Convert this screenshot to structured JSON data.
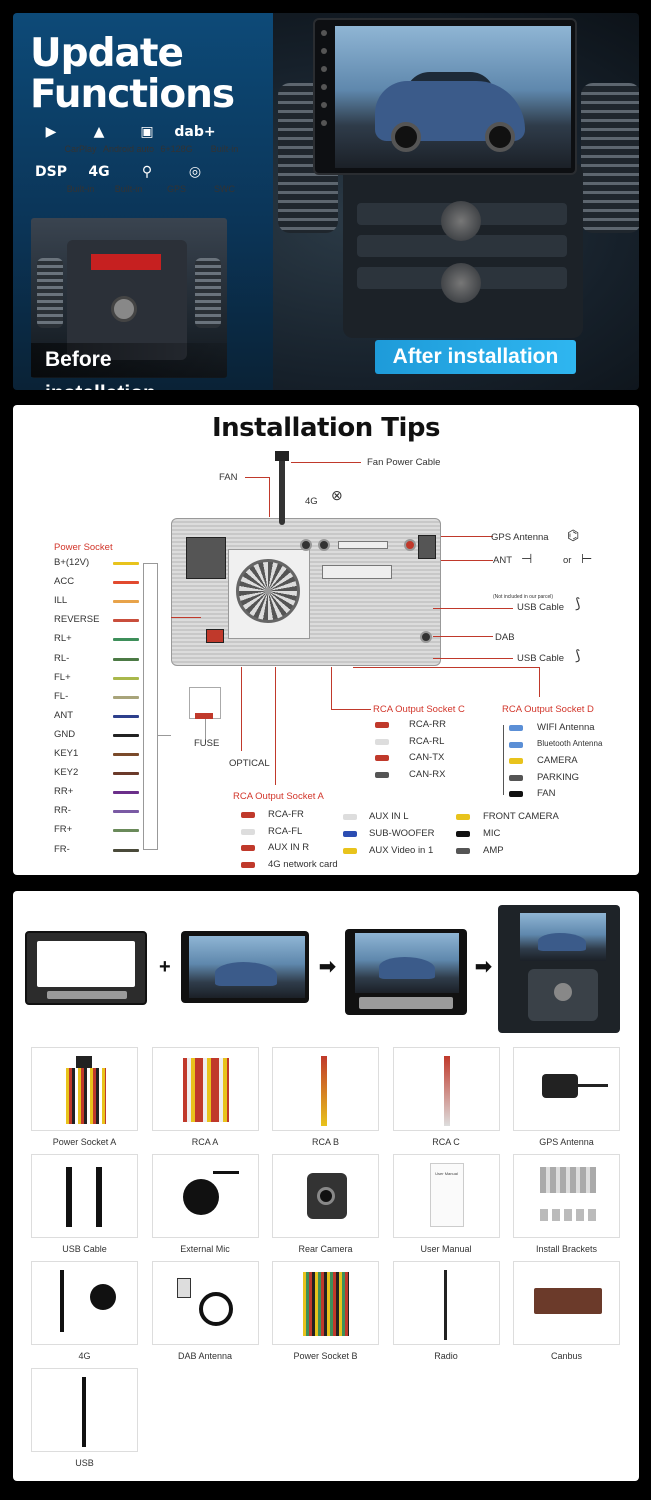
{
  "panel1": {
    "title_line1": "Update",
    "title_line2": "Functions",
    "features": [
      {
        "icon_name": "carplay-icon",
        "glyph": "▶",
        "label": "CarPlay"
      },
      {
        "icon_name": "android-auto-icon",
        "glyph": "▲",
        "label": "Android auto"
      },
      {
        "icon_name": "chip-icon",
        "glyph": "▣",
        "label": "6+128G"
      },
      {
        "icon_name": "dab-icon",
        "glyph": "dab+",
        "label": "Built-in"
      },
      {
        "icon_name": "dsp-icon",
        "glyph": "DSP",
        "label": "Built-in"
      },
      {
        "icon_name": "4g-icon",
        "glyph": "4G",
        "label": "Built-in"
      },
      {
        "icon_name": "gps-icon",
        "glyph": "⚲",
        "label": "GPS"
      },
      {
        "icon_name": "steering-wheel-icon",
        "glyph": "◎",
        "label": "SWC"
      }
    ],
    "before_label": "Before installation",
    "after_label": "After installation",
    "after_accent": "#1e9bd9"
  },
  "panel2": {
    "title": "Installation Tips",
    "fan": "FAN",
    "fan_power_cable": "Fan Power Cable",
    "label_4g": "4G",
    "gps_antenna": "GPS Antenna",
    "ant": "ANT",
    "or": "or",
    "not_included": "(Not included in our parcel)",
    "usb_cable_1": "USB Cable",
    "dab": "DAB",
    "usb_cable_2": "USB Cable",
    "power_socket_title": "Power Socket",
    "power_socket": [
      "B+(12V)",
      "ACC",
      "ILL",
      "REVERSE",
      "RL+",
      "RL-",
      "FL+",
      "FL-",
      "ANT",
      "GND",
      "KEY1",
      "KEY2",
      "RR+",
      "RR-",
      "FR+",
      "FR-"
    ],
    "power_colors": [
      "#e8c31c",
      "#e24a2f",
      "#e8a34a",
      "#c94e3c",
      "#3e8f5a",
      "#4c7a45",
      "#a9b84b",
      "#a8a47a",
      "#2d3f8c",
      "#222222",
      "#7a4a2a",
      "#6b3a2a",
      "#6b2f8a",
      "#7a5aa4",
      "#6a8a5a",
      "#4a4a3a"
    ],
    "fuse": "FUSE",
    "optical": "OPTICAL",
    "rca_c_title": "RCA Output Socket C",
    "rca_c": [
      "RCA-RR",
      "RCA-RL",
      "CAN-TX",
      "CAN-RX"
    ],
    "rca_d_title": "RCA Output Socket D",
    "rca_d": [
      "WIFI Antenna",
      "Bluetooth Antenna",
      "CAMERA",
      "PARKING",
      "FAN"
    ],
    "rca_a_title": "RCA Output Socket A",
    "rca_a": [
      "RCA-FR",
      "RCA-FL",
      "AUX IN R",
      "4G network card"
    ],
    "aux": [
      "AUX IN L",
      "SUB-WOOFER",
      "AUX Video in 1"
    ],
    "cam": [
      "FRONT CAMERA",
      "MIC",
      "AMP"
    ]
  },
  "panel3": {
    "accessories": [
      {
        "name": "Power Socket A",
        "icon": "power-socket-a-icon"
      },
      {
        "name": "RCA  A",
        "icon": "rca-a-icon"
      },
      {
        "name": "RCA  B",
        "icon": "rca-b-icon"
      },
      {
        "name": "RCA  C",
        "icon": "rca-c-icon"
      },
      {
        "name": "GPS Antenna",
        "icon": "gps-antenna-icon"
      },
      {
        "name": "USB Cable",
        "icon": "usb-cable-icon"
      },
      {
        "name": "External Mic",
        "icon": "external-mic-icon"
      },
      {
        "name": "Rear Camera",
        "icon": "rear-camera-icon"
      },
      {
        "name": "User Manual",
        "icon": "user-manual-icon"
      },
      {
        "name": "Install Brackets",
        "icon": "install-brackets-icon"
      },
      {
        "name": "4G",
        "icon": "4g-antenna-icon"
      },
      {
        "name": "DAB Antenna",
        "icon": "dab-antenna-icon"
      },
      {
        "name": "Power Socket B",
        "icon": "power-socket-b-icon"
      },
      {
        "name": "Radio",
        "icon": "radio-cable-icon"
      },
      {
        "name": "Canbus",
        "icon": "canbus-icon"
      },
      {
        "name": "USB",
        "icon": "usb-icon"
      }
    ],
    "plus": "+",
    "arrow": "➡",
    "manual_text": "User Manual"
  }
}
